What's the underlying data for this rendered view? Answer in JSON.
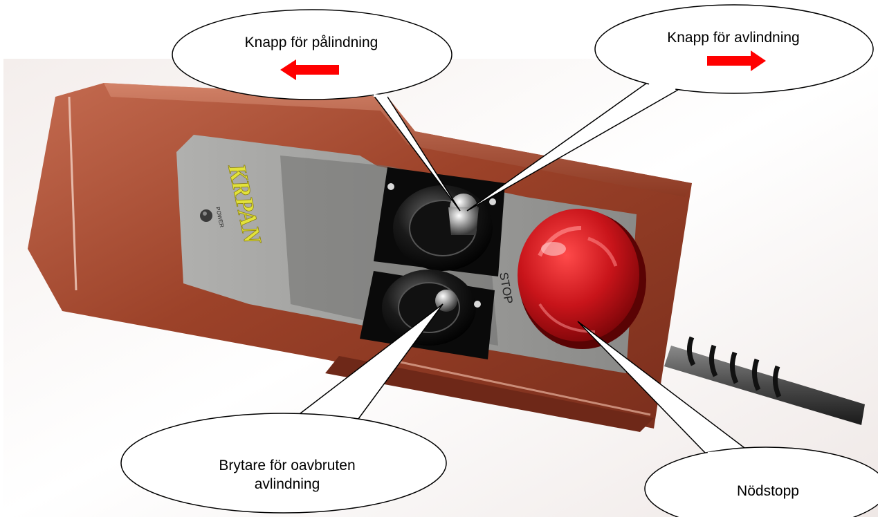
{
  "callouts": {
    "winding_button": "Knapp för pålindning",
    "unwinding_button": "Knapp för avlindning",
    "continuous_switch_line1": "Brytare för oavbruten",
    "continuous_switch_line2": "avlindning",
    "emergency_stop": "Nödstopp"
  },
  "device_labels": {
    "brand": "KRPAN",
    "power": "POWER",
    "stop": "STOP"
  },
  "colors": {
    "housing": "#a0492f",
    "arrow": "#ff0000",
    "emergency_button": "#c8141a",
    "panel": "#9a9a98"
  },
  "icons": {
    "left_arrow": "arrow-left-icon",
    "right_arrow": "arrow-right-icon"
  }
}
